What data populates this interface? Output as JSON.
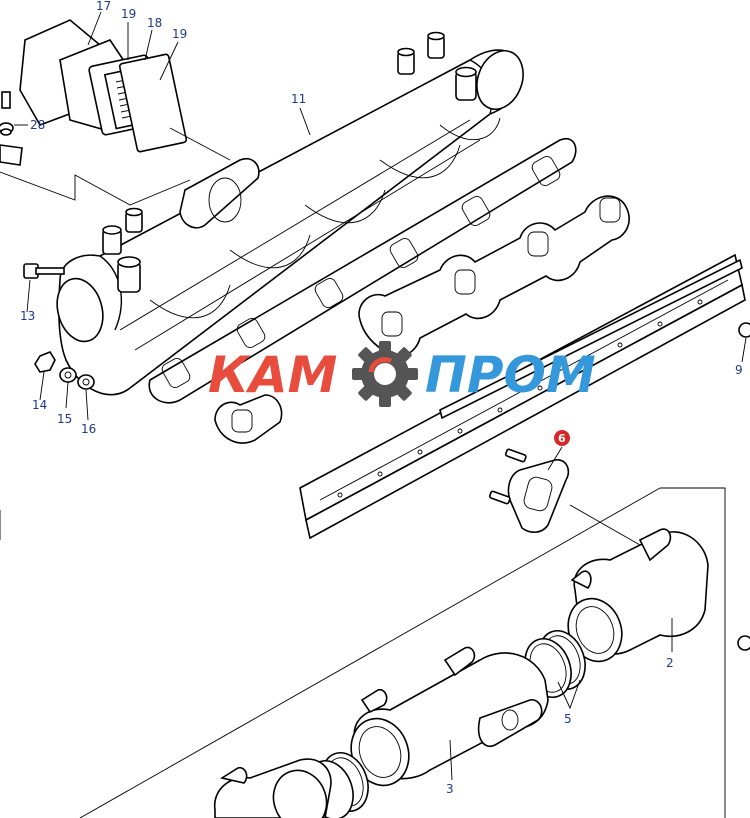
{
  "watermark": {
    "left_text": "КАМ",
    "right_text": "ПРОМ",
    "left_color": "#e74c3c",
    "right_color": "#3498db",
    "gear_color": "#555555"
  },
  "callouts": {
    "c17": "17",
    "c19a": "19",
    "c18": "18",
    "c19b": "19",
    "c28": "28",
    "c11": "11",
    "c13": "13",
    "c14": "14",
    "c15": "15",
    "c16": "16",
    "c9": "9",
    "c6": "6",
    "c2": "2",
    "c5": "5",
    "c3": "3"
  },
  "colors": {
    "callout": "#1f3a8a",
    "highlight": "#d62828",
    "line": "#000000"
  }
}
